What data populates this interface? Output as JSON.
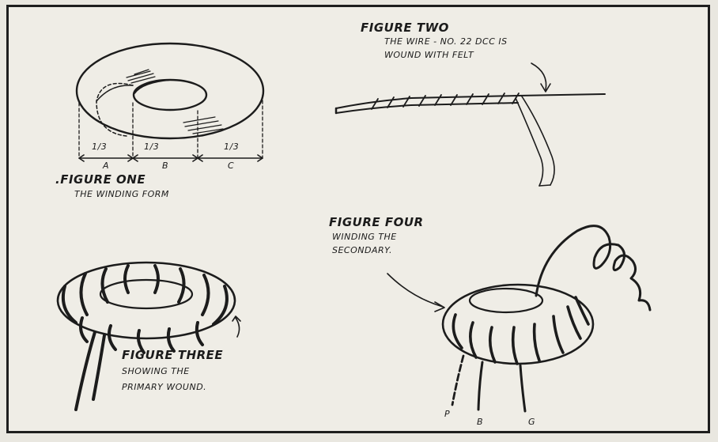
{
  "figures": {
    "one": {
      "title": ".FIGURE ONE",
      "caption": "THE WINDING FORM",
      "dimensions": [
        {
          "fraction": "1/3",
          "letter": "A"
        },
        {
          "fraction": "1/3",
          "letter": "B"
        },
        {
          "fraction": "1/3",
          "letter": "C"
        }
      ]
    },
    "two": {
      "title": "FIGURE TWO",
      "caption_line1": "THE WIRE - NO. 22 DCC IS",
      "caption_line2": "WOUND WITH FELT"
    },
    "three": {
      "title": "FIGURE THREE",
      "caption_line1": "SHOWING THE",
      "caption_line2": "PRIMARY WOUND."
    },
    "four": {
      "title": "FIGURE FOUR",
      "caption_line1": "WINDING THE",
      "caption_line2": "SECONDARY.",
      "leads": [
        "P",
        "B",
        "G"
      ]
    }
  },
  "colors": {
    "ink": "#1c1c1c",
    "paper": "#efede6"
  }
}
